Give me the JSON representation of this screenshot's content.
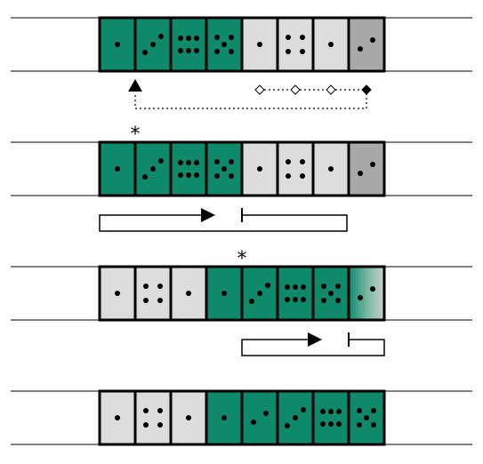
{
  "colors": {
    "active": "#0e8a6b",
    "inactive": "#dcdcdc",
    "dim": "#a8a8a8",
    "stroke": "#000000"
  },
  "steps": [
    {
      "marker": "",
      "cells": [
        {
          "fill": "active",
          "pips": 1
        },
        {
          "fill": "active",
          "pips": 3
        },
        {
          "fill": "active",
          "pips": 6
        },
        {
          "fill": "active",
          "pips": 5
        },
        {
          "fill": "inactive",
          "pips": 1
        },
        {
          "fill": "inactive",
          "pips": 4
        },
        {
          "fill": "inactive",
          "pips": 1
        },
        {
          "fill": "dim",
          "pips": 2
        }
      ]
    },
    {
      "marker": "*",
      "cells": [
        {
          "fill": "active",
          "pips": 1
        },
        {
          "fill": "active",
          "pips": 3
        },
        {
          "fill": "active",
          "pips": 6
        },
        {
          "fill": "active",
          "pips": 5
        },
        {
          "fill": "inactive",
          "pips": 1
        },
        {
          "fill": "inactive",
          "pips": 4
        },
        {
          "fill": "inactive",
          "pips": 1
        },
        {
          "fill": "dim",
          "pips": 2
        }
      ]
    },
    {
      "marker": "*",
      "cells": [
        {
          "fill": "inactive",
          "pips": 1
        },
        {
          "fill": "inactive",
          "pips": 4
        },
        {
          "fill": "inactive",
          "pips": 1
        },
        {
          "fill": "active",
          "pips": 1
        },
        {
          "fill": "active",
          "pips": 3
        },
        {
          "fill": "active",
          "pips": 6
        },
        {
          "fill": "active",
          "pips": 5
        },
        {
          "fill": "fade",
          "pips": 2
        }
      ]
    },
    {
      "marker": "",
      "cells": [
        {
          "fill": "inactive",
          "pips": 1
        },
        {
          "fill": "inactive",
          "pips": 4
        },
        {
          "fill": "inactive",
          "pips": 1
        },
        {
          "fill": "active",
          "pips": 1
        },
        {
          "fill": "active",
          "pips": 2
        },
        {
          "fill": "active",
          "pips": 3
        },
        {
          "fill": "active",
          "pips": 6
        },
        {
          "fill": "active",
          "pips": 5
        }
      ]
    }
  ]
}
